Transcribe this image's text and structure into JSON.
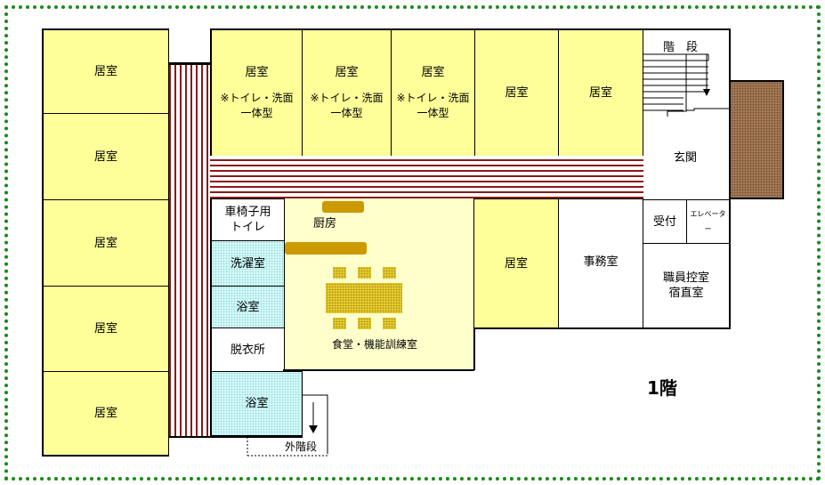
{
  "floor": "1階",
  "colors": {
    "border": "#1a8a1a",
    "room": "#ffff99",
    "corridor": "#8b1a1a",
    "bath": "#d8ffff",
    "entrance_box": "#a57b57"
  },
  "rooms": {
    "left_1": "居室",
    "left_2": "居室",
    "left_3": "居室",
    "left_4": "居室",
    "left_5": "居室",
    "top_1": "居室",
    "top_1_note1": "※トイレ・洗面",
    "top_1_note2": "一体型",
    "top_2": "居室",
    "top_2_note1": "※トイレ・洗面",
    "top_2_note2": "一体型",
    "top_3": "居室",
    "top_3_note1": "※トイレ・洗面",
    "top_3_note2": "一体型",
    "top_4": "居室",
    "top_5": "居室",
    "mid": "居室",
    "stairs": "階　段",
    "entrance": "玄関",
    "reception": "受付",
    "elevator": "エレベーター",
    "office": "事務室",
    "staff_1": "職員控室",
    "staff_2": "宿直室",
    "wc_1": "車椅子用",
    "wc_2": "トイレ",
    "kitchen": "厨房",
    "laundry": "洗濯室",
    "bath_1": "浴室",
    "dressing": "脱衣所",
    "bath_2": "浴室",
    "dining": "食堂・機能訓練室",
    "outer_stairs": "外階段"
  }
}
